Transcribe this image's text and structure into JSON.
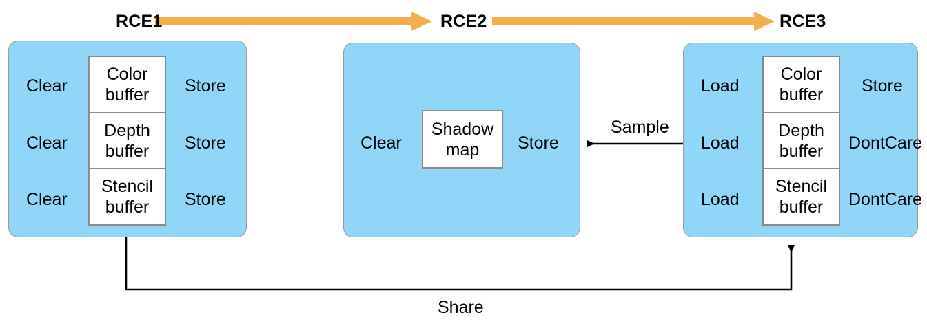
{
  "colors": {
    "stage_fill": "#8FD6F9",
    "stage_border": "#9A9A9A",
    "flow_arrow": "#F4AE4C",
    "buffer_fill": "#FFFFFF",
    "buffer_border": "#8A8A8A",
    "edge_stroke": "#000000",
    "text": "#000000",
    "background": "#FFFFFF"
  },
  "stages": [
    {
      "id": "rce1",
      "label": "RCE1",
      "attachments": [
        {
          "load": "Clear",
          "buffer": "Color\nbuffer",
          "buffer_line1": "Color",
          "buffer_line2": "buffer",
          "store": "Store"
        },
        {
          "load": "Clear",
          "buffer": "Depth\nbuffer",
          "buffer_line1": "Depth",
          "buffer_line2": "buffer",
          "store": "Store"
        },
        {
          "load": "Clear",
          "buffer": "Stencil\nbuffer",
          "buffer_line1": "Stencil",
          "buffer_line2": "buffer",
          "store": "Store"
        }
      ]
    },
    {
      "id": "rce2",
      "label": "RCE2",
      "attachments": [
        {
          "load": "Clear",
          "buffer": "Shadow\nmap",
          "buffer_line1": "Shadow",
          "buffer_line2": "map",
          "store": "Store"
        }
      ]
    },
    {
      "id": "rce3",
      "label": "RCE3",
      "attachments": [
        {
          "load": "Load",
          "buffer": "Color\nbuffer",
          "buffer_line1": "Color",
          "buffer_line2": "buffer",
          "store": "Store"
        },
        {
          "load": "Load",
          "buffer": "Depth\nbuffer",
          "buffer_line1": "Depth",
          "buffer_line2": "buffer",
          "store": "DontCare"
        },
        {
          "load": "Load",
          "buffer": "Stencil\nbuffer",
          "buffer_line1": "Stencil",
          "buffer_line2": "buffer",
          "store": "DontCare"
        }
      ]
    }
  ],
  "flow_arrows": [
    {
      "id": "flow-rce1-rce2",
      "from": "RCE1",
      "to": "RCE2"
    },
    {
      "id": "flow-rce2-rce3",
      "from": "RCE2",
      "to": "RCE3"
    }
  ],
  "edges": [
    {
      "id": "sample-edge",
      "label": "Sample",
      "from": "RCE3",
      "to": "RCE2"
    },
    {
      "id": "share-edge",
      "label": "Share",
      "from": "RCE1",
      "to": "RCE3"
    }
  ]
}
